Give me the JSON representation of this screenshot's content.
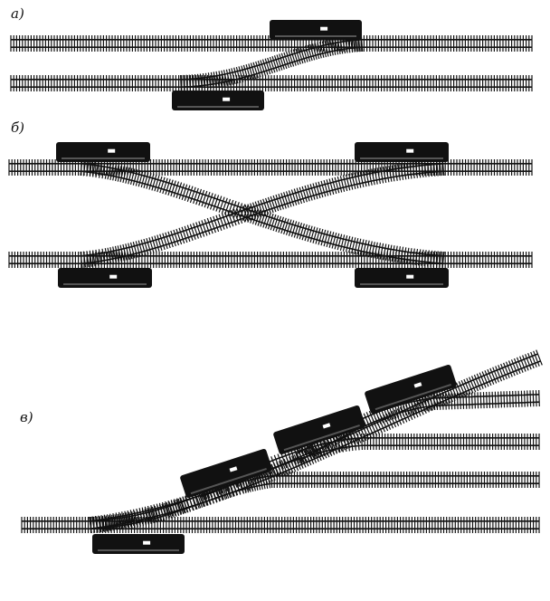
{
  "panels": [
    {
      "id": "a",
      "label": "а)"
    },
    {
      "id": "b",
      "label": "б)"
    },
    {
      "id": "c",
      "label": "в)"
    }
  ],
  "colors": {
    "ink": "#111111",
    "paper": "#ffffff"
  }
}
